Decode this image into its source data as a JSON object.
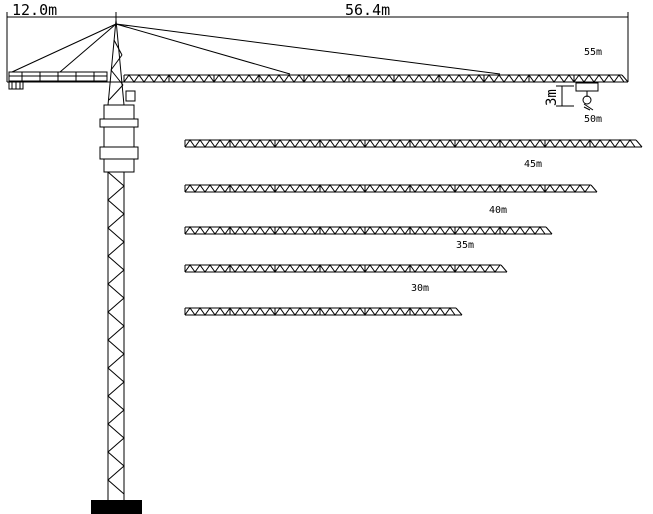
{
  "dimensions": {
    "counter_jib": "12.0m",
    "jib": "56.4m",
    "hook_drop": "3m"
  },
  "jib_lengths": [
    "55m",
    "50m",
    "45m",
    "40m",
    "35m",
    "30m"
  ],
  "colors": {
    "line": "#000000",
    "background": "#ffffff",
    "base": "#000000"
  }
}
